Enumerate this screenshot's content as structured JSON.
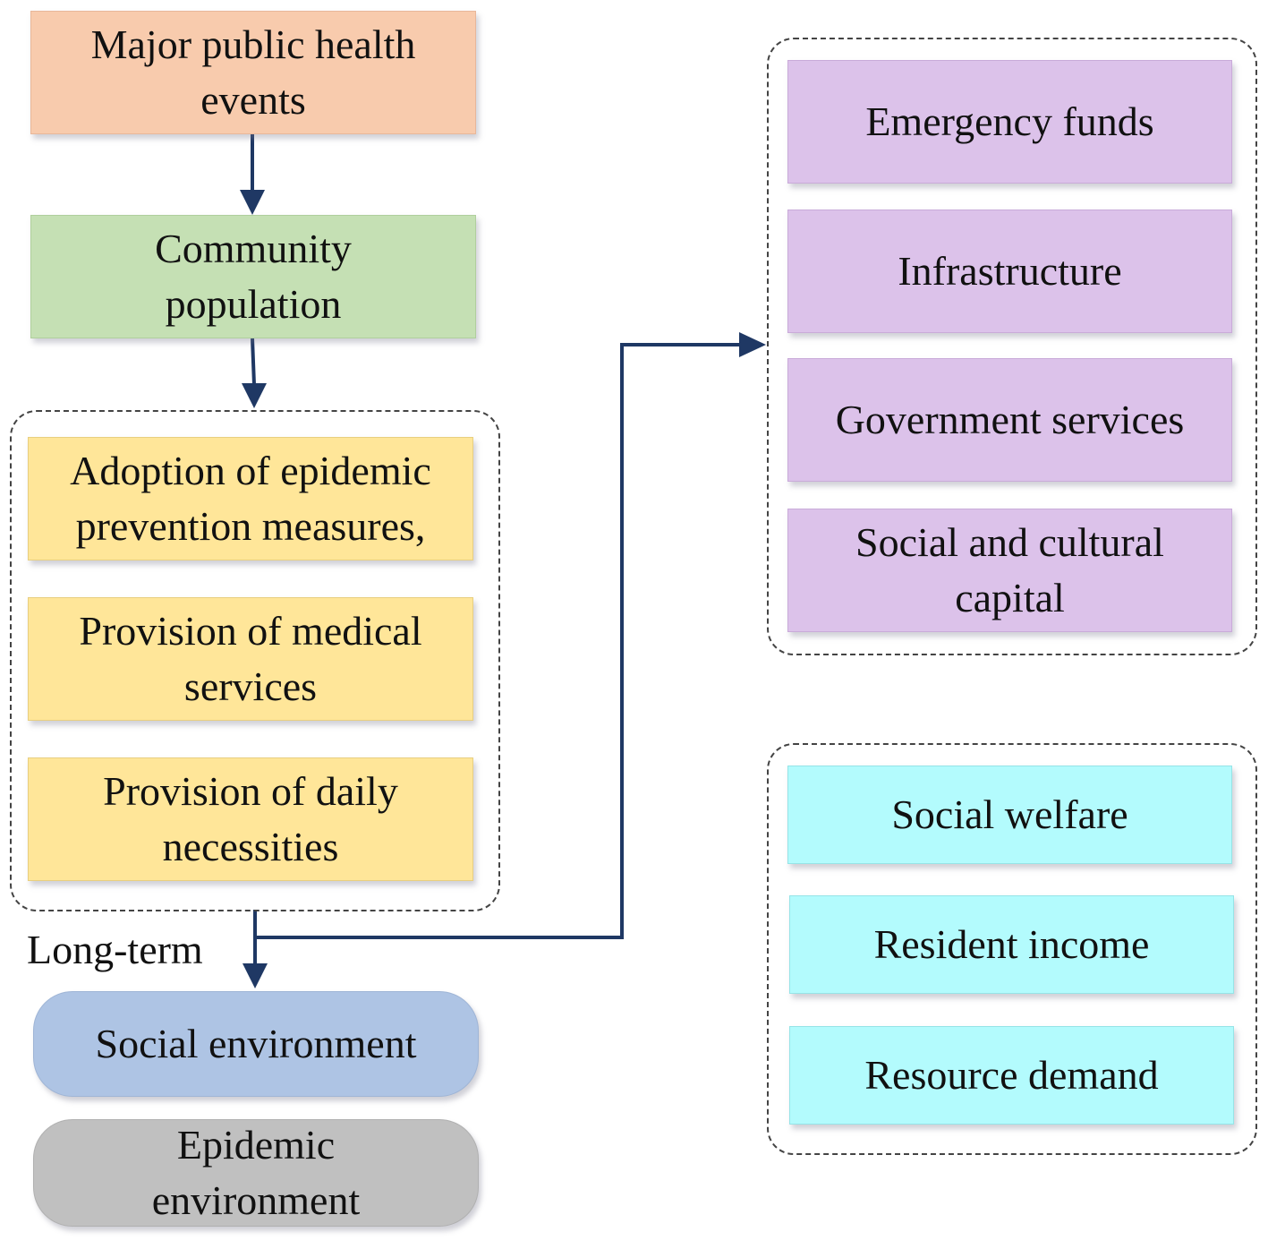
{
  "colors": {
    "arrow": "#1f3864",
    "orange": "#f8cbad",
    "green": "#c5e0b4",
    "yellow": "#ffe699",
    "purple": "#dcc2ea",
    "cyan": "#b3fbfd",
    "blue": "#aec4e4",
    "gray": "#c0c0c0"
  },
  "left_column": {
    "event": "Major public health events",
    "population": "Community population",
    "responses": [
      "Adoption of epidemic prevention measures,",
      "Provision of medical services",
      "Provision of daily necessities"
    ],
    "long_term_label": "Long-term",
    "social_environment": "Social environment",
    "epidemic_environment": "Epidemic environment"
  },
  "right_top_group": {
    "items": [
      "Emergency funds",
      "Infrastructure",
      "Government services",
      "Social and cultural capital"
    ]
  },
  "right_bottom_group": {
    "items": [
      "Social welfare",
      "Resident income",
      "Resource demand"
    ]
  }
}
